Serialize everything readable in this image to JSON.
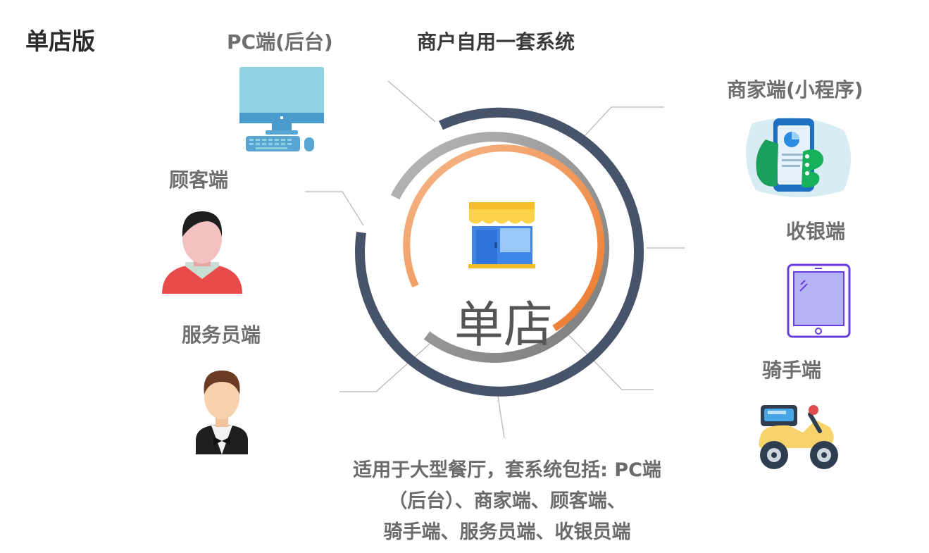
{
  "title": "单店版",
  "subtitle": "商户自用一套系统",
  "center_label": "单店",
  "labels": {
    "pc": "PC端(后台)",
    "customer": "顾客端",
    "waiter": "服务员端",
    "merchant": "商家端(小程序)",
    "cashier": "收银端",
    "rider": "骑手端"
  },
  "description": {
    "line1": "适用于大型餐厅，套系统包括: PC端",
    "line2": "（后台）、商家端、顾客端、",
    "line3": "骑手端、服务员端、收银员端"
  },
  "colors": {
    "outer_ring": "#465369",
    "middle_ring": "#8c8c8c",
    "inner_ring": "#ee8a3c",
    "text_gray": "#6e6e6e"
  }
}
